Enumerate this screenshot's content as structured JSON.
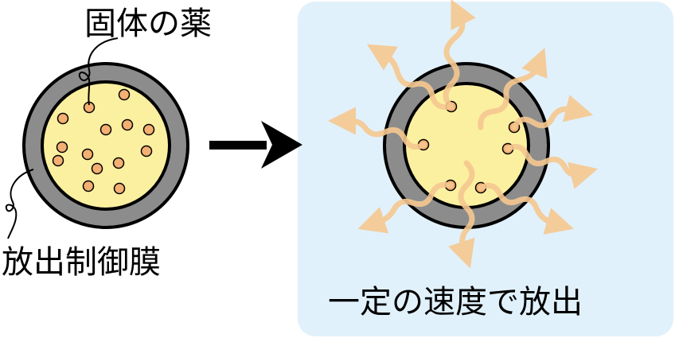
{
  "labels": {
    "solid_drug": "固体の薬",
    "release_membrane": "放出制御膜",
    "constant_release": "一定の速度で放出"
  },
  "colors": {
    "background_panel": "#e1f1fb",
    "membrane": "#8c8c8c",
    "core": "#fbf0a0",
    "particle": "#f3b072",
    "arrow": "#f6c890",
    "outline": "#000000"
  }
}
